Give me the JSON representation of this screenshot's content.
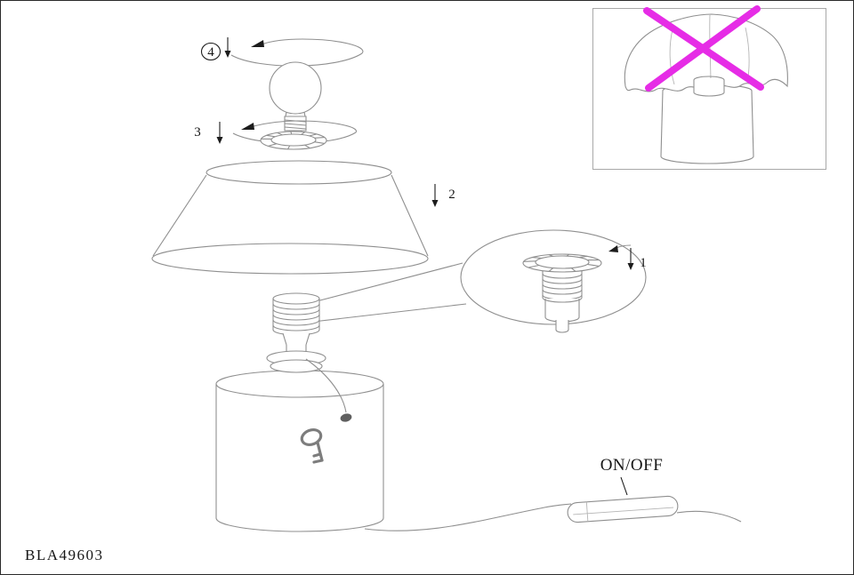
{
  "product_code": "BLA49603",
  "steps": {
    "step1": "1",
    "step2": "2",
    "step3": "3",
    "step4": "4"
  },
  "switch_label": "ON/OFF",
  "colors": {
    "prohibition_cross": "#e62ce6",
    "outline": "#8f8f8f",
    "text": "#161616",
    "background": "#ffffff"
  }
}
